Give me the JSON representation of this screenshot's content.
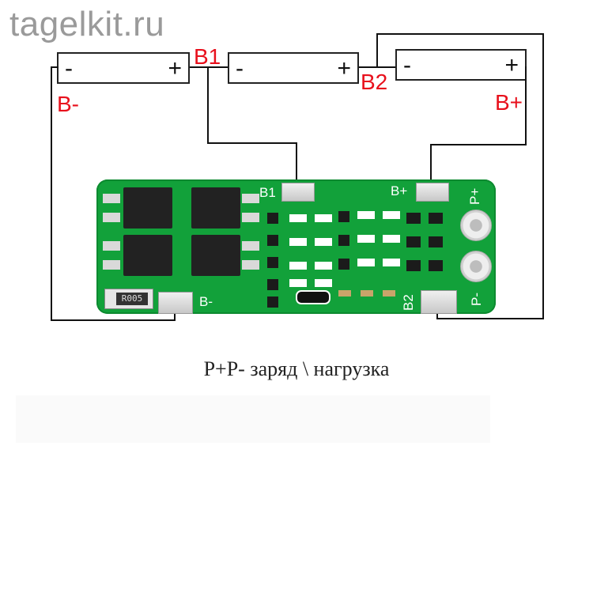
{
  "watermark": "tagelkit.ru",
  "cells": [
    {
      "minus": "-",
      "plus": "+"
    },
    {
      "minus": "-",
      "plus": "+"
    },
    {
      "minus": "-",
      "plus": "+"
    }
  ],
  "labels": {
    "b1": "B1",
    "b2": "B2",
    "b_minus": "B-",
    "b_plus": "B+"
  },
  "board": {
    "silk_b1": "B1",
    "silk_bplus": "B+",
    "silk_pplus": "P+",
    "silk_pminus": "P-",
    "silk_bminus": "B-",
    "silk_b2": "B2",
    "shunt": "R005"
  },
  "caption": "P+P- заряд \\ нагрузка",
  "colors": {
    "pcb": "#12a13a",
    "label_red": "#e8101c",
    "watermark": "#9a9a9a"
  }
}
